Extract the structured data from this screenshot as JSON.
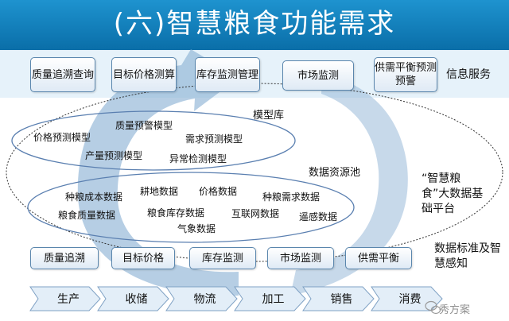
{
  "title": "(六)智慧粮食功能需求",
  "top_functions": [
    "质量追溯查询",
    "目标价格测算",
    "库存监测管理",
    "市场监测",
    "供需平衡预测预警"
  ],
  "info_service": "信息服务",
  "model_library": {
    "label": "模型库",
    "models": [
      "质量预警模型",
      "价格预测模型",
      "需求预测模型",
      "产量预测模型",
      "异常检测模型"
    ]
  },
  "data_pool": {
    "label": "数据资源池",
    "items": [
      "耕地数据",
      "价格数据",
      "种粮成本数据",
      "种粮需求数据",
      "粮食质量数据",
      "粮食库存数据",
      "互联网数据",
      "遥感数据",
      "气象数据"
    ]
  },
  "platform_label": "“智慧粮食”大数据基础平台",
  "bottom_functions": [
    "质量追溯",
    "目标价格",
    "库存监测",
    "市场监测",
    "供需平衡"
  ],
  "standards_label": "数据标准及智慧感知",
  "chain": [
    "生产",
    "收储",
    "物流",
    "加工",
    "销售",
    "消费"
  ],
  "watermark": "秀方案",
  "colors": {
    "header": "#1782c0",
    "arrow": "#8fb3d6",
    "box_border": "#5a86ad",
    "chain_fill": "#e3eef8"
  }
}
